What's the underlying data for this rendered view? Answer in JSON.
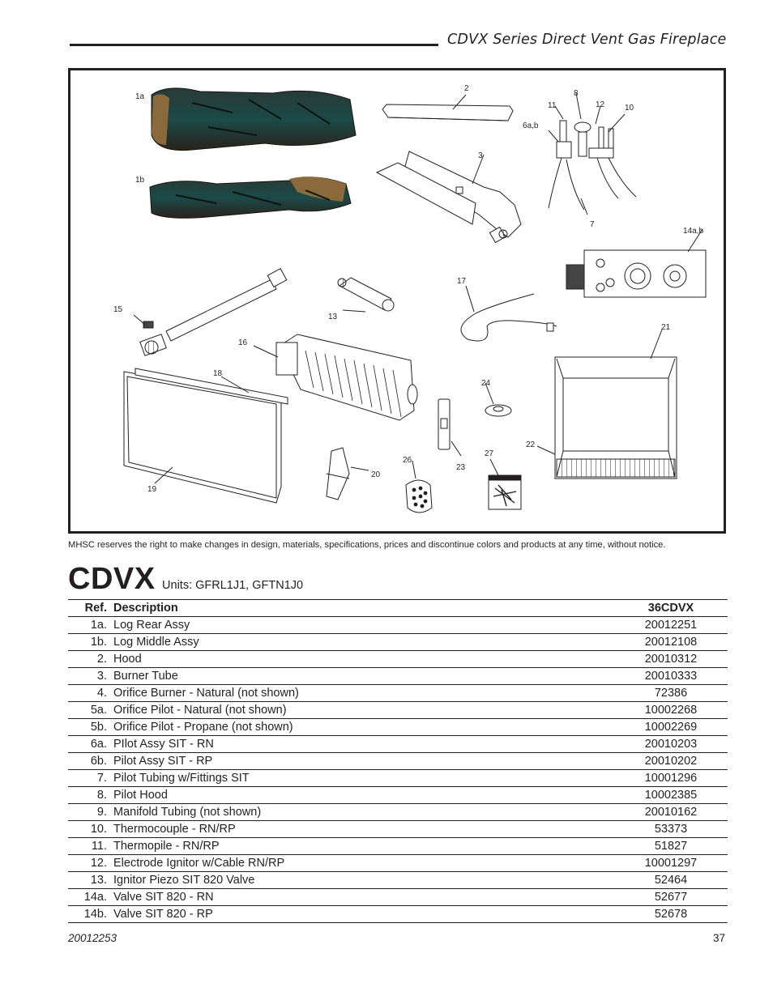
{
  "header": {
    "title": "CDVX Series Direct Vent Gas Fireplace"
  },
  "diagram": {
    "callouts": [
      "1a",
      "1b",
      "2",
      "3",
      "6a,b",
      "7",
      "8",
      "10",
      "11",
      "12",
      "13",
      "14a,b",
      "15",
      "16",
      "17",
      "18",
      "19",
      "20",
      "21",
      "22",
      "23",
      "24",
      "26",
      "27"
    ]
  },
  "notice": "MHSC reserves the right to make changes in design, materials, specifications, prices and discontinue colors and products at any time, without notice.",
  "model": {
    "name": "CDVX",
    "units": "Units: GFRL1J1, GFTN1J0"
  },
  "table": {
    "headers": {
      "ref": "Ref.",
      "description": "Description",
      "model": "36CDVX"
    },
    "rows": [
      {
        "ref": "1a.",
        "description": "Log Rear Assy",
        "part": "20012251"
      },
      {
        "ref": "1b.",
        "description": "Log Middle Assy",
        "part": "20012108"
      },
      {
        "ref": "2.",
        "description": "Hood",
        "part": "20010312"
      },
      {
        "ref": "3.",
        "description": "Burner Tube",
        "part": "20010333"
      },
      {
        "ref": "4.",
        "description": "Orifice Burner - Natural (not shown)",
        "part": "72386"
      },
      {
        "ref": "5a.",
        "description": "Orifice Pilot - Natural (not shown)",
        "part": "10002268"
      },
      {
        "ref": "5b.",
        "description": "Orifice Pilot - Propane (not shown)",
        "part": "10002269"
      },
      {
        "ref": "6a.",
        "description": "PIlot Assy SIT - RN",
        "part": "20010203"
      },
      {
        "ref": "6b.",
        "description": "Pilot Assy SIT - RP",
        "part": "20010202"
      },
      {
        "ref": "7.",
        "description": "Pilot Tubing w/Fittings SIT",
        "part": "10001296"
      },
      {
        "ref": "8.",
        "description": "Pilot Hood",
        "part": "10002385"
      },
      {
        "ref": "9.",
        "description": "Manifold Tubing (not shown)",
        "part": "20010162"
      },
      {
        "ref": "10.",
        "description": "Thermocouple - RN/RP",
        "part": "53373"
      },
      {
        "ref": "11.",
        "description": "Thermopile - RN/RP",
        "part": "51827"
      },
      {
        "ref": "12.",
        "description": "Electrode Ignitor w/Cable RN/RP",
        "part": "10001297"
      },
      {
        "ref": "13.",
        "description": "Ignitor Piezo SIT 820 Valve",
        "part": "52464"
      },
      {
        "ref": "14a.",
        "description": "Valve SIT 820 - RN",
        "part": "52677"
      },
      {
        "ref": "14b.",
        "description": "Valve SIT 820 - RP",
        "part": "52678"
      }
    ]
  },
  "footer": {
    "doc_number": "20012253",
    "page_number": "37"
  }
}
